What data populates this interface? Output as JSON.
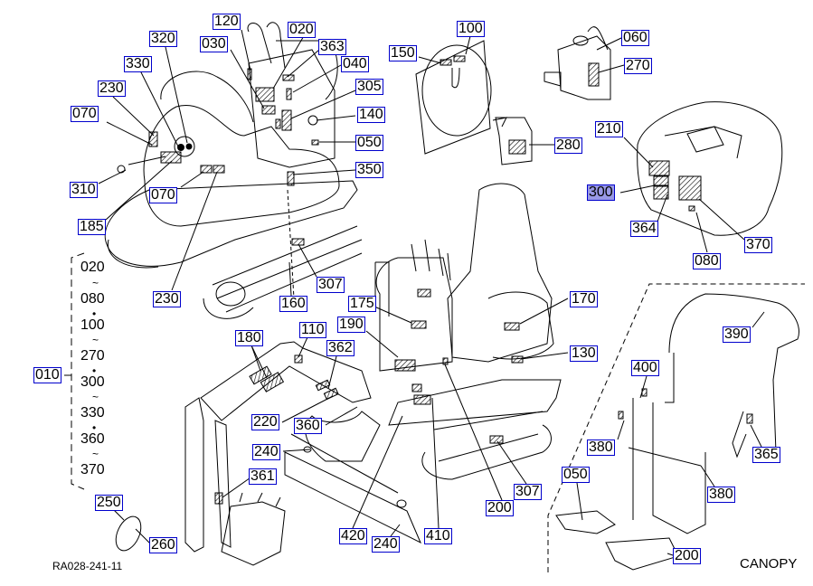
{
  "diagram": {
    "drawing_code": "RA028-241-11",
    "section_label": "CANOPY",
    "selected_callout": "300",
    "group_callout": "010",
    "group_range": [
      "020",
      "~",
      "080",
      "•",
      "100",
      "~",
      "270",
      "•",
      "300",
      "~",
      "330",
      "•",
      "360",
      "~",
      "370"
    ],
    "callouts": [
      {
        "id": "c120",
        "label": "120"
      },
      {
        "id": "c020",
        "label": "020"
      },
      {
        "id": "c363",
        "label": "363"
      },
      {
        "id": "c320",
        "label": "320"
      },
      {
        "id": "c030",
        "label": "030"
      },
      {
        "id": "c040",
        "label": "040"
      },
      {
        "id": "c330",
        "label": "330"
      },
      {
        "id": "c305",
        "label": "305"
      },
      {
        "id": "c230a",
        "label": "230"
      },
      {
        "id": "c140",
        "label": "140"
      },
      {
        "id": "c070a",
        "label": "070"
      },
      {
        "id": "c050a",
        "label": "050"
      },
      {
        "id": "c350",
        "label": "350"
      },
      {
        "id": "c310",
        "label": "310"
      },
      {
        "id": "c070b",
        "label": "070"
      },
      {
        "id": "c185",
        "label": "185"
      },
      {
        "id": "c307a",
        "label": "307"
      },
      {
        "id": "c230b",
        "label": "230"
      },
      {
        "id": "c160",
        "label": "160"
      },
      {
        "id": "c175",
        "label": "175"
      },
      {
        "id": "c190",
        "label": "190"
      },
      {
        "id": "c180",
        "label": "180"
      },
      {
        "id": "c110",
        "label": "110"
      },
      {
        "id": "c362",
        "label": "362"
      },
      {
        "id": "c220",
        "label": "220"
      },
      {
        "id": "c360",
        "label": "360"
      },
      {
        "id": "c240a",
        "label": "240"
      },
      {
        "id": "c361",
        "label": "361"
      },
      {
        "id": "c010",
        "label": "010"
      },
      {
        "id": "c250",
        "label": "250"
      },
      {
        "id": "c260",
        "label": "260"
      },
      {
        "id": "c420",
        "label": "420"
      },
      {
        "id": "c240b",
        "label": "240"
      },
      {
        "id": "c410",
        "label": "410"
      },
      {
        "id": "c200a",
        "label": "200"
      },
      {
        "id": "c307b",
        "label": "307"
      },
      {
        "id": "c150",
        "label": "150"
      },
      {
        "id": "c100",
        "label": "100"
      },
      {
        "id": "c060",
        "label": "060"
      },
      {
        "id": "c270",
        "label": "270"
      },
      {
        "id": "c280",
        "label": "280"
      },
      {
        "id": "c210",
        "label": "210"
      },
      {
        "id": "c300",
        "label": "300"
      },
      {
        "id": "c364",
        "label": "364"
      },
      {
        "id": "c370",
        "label": "370"
      },
      {
        "id": "c080",
        "label": "080"
      },
      {
        "id": "c170",
        "label": "170"
      },
      {
        "id": "c130",
        "label": "130"
      },
      {
        "id": "c390",
        "label": "390"
      },
      {
        "id": "c400",
        "label": "400"
      },
      {
        "id": "c380a",
        "label": "380"
      },
      {
        "id": "c365",
        "label": "365"
      },
      {
        "id": "c380b",
        "label": "380"
      },
      {
        "id": "c050b",
        "label": "050"
      },
      {
        "id": "c200b",
        "label": "200"
      }
    ]
  },
  "colors": {
    "callout_border": "#0000cc",
    "callout_selected_fill": "#9999e6",
    "line_art": "#000000",
    "background": "#ffffff"
  }
}
